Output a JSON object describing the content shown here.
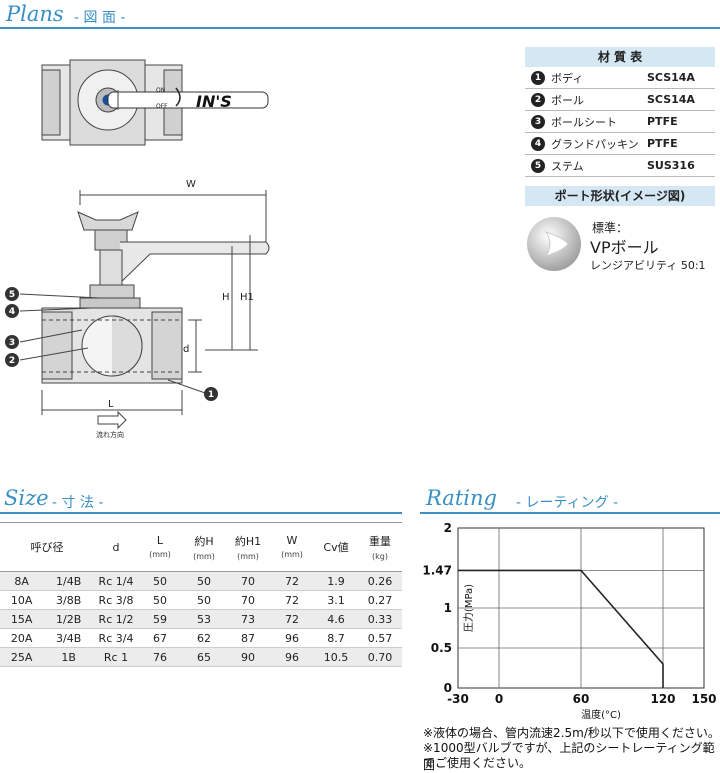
{
  "plans": {
    "title": "Plans",
    "subtitle": "- 図 面 -"
  },
  "drawing": {
    "dim_W": "W",
    "dim_H": "H",
    "dim_H1": "H1",
    "dim_d": "d",
    "dim_L": "L",
    "flow_label": "流れ方向",
    "on_label": "ON",
    "off_label": "OFF",
    "logo": "IN'S",
    "callouts": [
      "1",
      "2",
      "3",
      "4",
      "5"
    ]
  },
  "materials": {
    "title": "材 質 表",
    "rows": [
      {
        "num": "1",
        "part": "ボディ",
        "material": "SCS14A"
      },
      {
        "num": "2",
        "part": "ボール",
        "material": "SCS14A"
      },
      {
        "num": "3",
        "part": "ボールシート",
        "material": "PTFE"
      },
      {
        "num": "4",
        "part": "グランドパッキン",
        "material": "PTFE"
      },
      {
        "num": "5",
        "part": "ステム",
        "material": "SUS316"
      }
    ]
  },
  "port": {
    "title": "ポート形状(イメージ図)",
    "standard_label": "標準：",
    "type": "VPボール",
    "rangeability": "レンジアビリティ 50:1"
  },
  "size": {
    "title": "Size",
    "subtitle": "- 寸 法 -",
    "headers": [
      {
        "label": "呼び径",
        "unit": ""
      },
      {
        "label": "d",
        "unit": ""
      },
      {
        "label": "L",
        "unit": "(mm)"
      },
      {
        "label": "約H",
        "unit": "(mm)"
      },
      {
        "label": "約H1",
        "unit": "(mm)"
      },
      {
        "label": "W",
        "unit": "(mm)"
      },
      {
        "label": "Cv値",
        "unit": ""
      },
      {
        "label": "重量",
        "unit": "(kg)"
      }
    ],
    "rows": [
      [
        "8A",
        "1/4B",
        "Rc 1/4",
        "50",
        "50",
        "70",
        "72",
        "1.9",
        "0.26"
      ],
      [
        "10A",
        "3/8B",
        "Rc 3/8",
        "50",
        "50",
        "70",
        "72",
        "3.1",
        "0.27"
      ],
      [
        "15A",
        "1/2B",
        "Rc 1/2",
        "59",
        "53",
        "73",
        "72",
        "4.6",
        "0.33"
      ],
      [
        "20A",
        "3/4B",
        "Rc 3/4",
        "67",
        "62",
        "87",
        "96",
        "8.7",
        "0.57"
      ],
      [
        "25A",
        "1B",
        "Rc 1",
        "76",
        "65",
        "90",
        "96",
        "10.5",
        "0.70"
      ]
    ]
  },
  "rating": {
    "title": "Rating",
    "subtitle": "- レーティング -",
    "notes": [
      "※液体の場合、管内流速2.5m/秒以下で使用ください。",
      "※1000型バルブですが、上記のシートレーティング範囲",
      "でご使用ください。"
    ]
  },
  "chart_data": {
    "type": "line",
    "xlabel": "温度(°C)",
    "ylabel": "圧力(MPa)",
    "xlim": [
      -30,
      150
    ],
    "ylim": [
      0,
      2
    ],
    "x_ticks": [
      -30,
      0,
      60,
      120,
      150
    ],
    "y_ticks": [
      0,
      0.5,
      1,
      1.47,
      2
    ],
    "grid": true,
    "series": [
      {
        "x": [
          -30,
          60,
          120,
          120
        ],
        "y": [
          1.47,
          1.47,
          0.3,
          0
        ]
      }
    ],
    "line_color": "#222222"
  },
  "colors": {
    "accent": "#3a8fc4",
    "header_bg": "#d4e7f3"
  }
}
